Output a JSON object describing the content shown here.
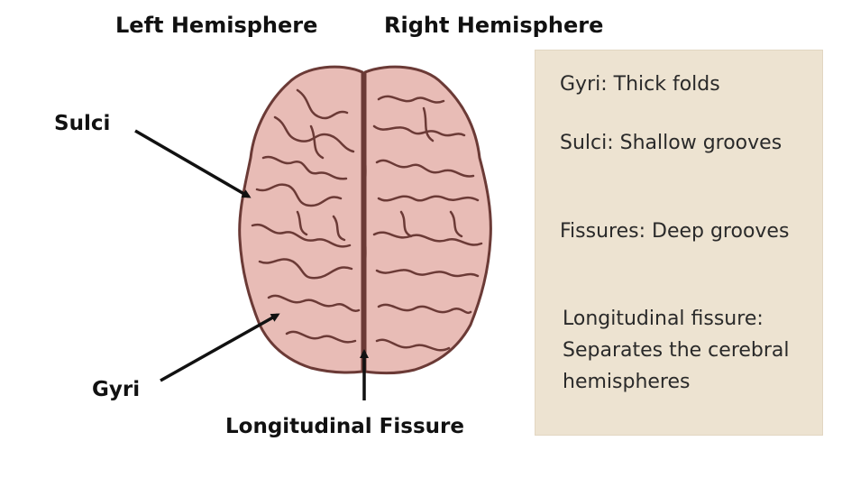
{
  "headings": {
    "left": "Left Hemisphere",
    "right": "Right Hemisphere"
  },
  "labels": {
    "sulci": "Sulci",
    "gyri": "Gyri",
    "fissure": "Longitudinal Fissure"
  },
  "legend": {
    "items": [
      "Gyri: Thick folds",
      "Sulci: Shallow grooves",
      "Fissures: Deep grooves",
      "Longitudinal fissure: Separates the cerebral hemispheres"
    ]
  },
  "colors": {
    "brain_fill": "#e8bcb6",
    "brain_outline": "#6b3a36",
    "panel_bg": "#ede3d1",
    "text": "#111111"
  },
  "icons": [
    "brain-illustration",
    "arrow-sulci",
    "arrow-gyri",
    "arrow-fissure"
  ]
}
